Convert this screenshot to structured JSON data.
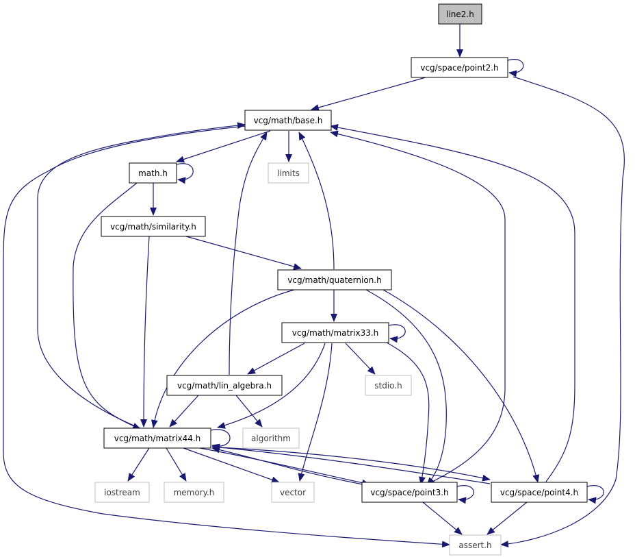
{
  "colors": {
    "edge": "#191970",
    "root_fill": "#bfbfbf",
    "node_border": "#000000",
    "external_border": "#bfbfbf",
    "external_text": "#404040",
    "text": "#000000"
  },
  "nodes": {
    "line2": "line2.h",
    "point2": "vcg/space/point2.h",
    "base": "vcg/math/base.h",
    "math": "math.h",
    "limits": "limits",
    "similarity": "vcg/math/similarity.h",
    "quaternion": "vcg/math/quaternion.h",
    "matrix33": "vcg/math/matrix33.h",
    "stdio": "stdio.h",
    "lin_algebra": "vcg/math/lin_algebra.h",
    "matrix44": "vcg/math/matrix44.h",
    "algorithm": "algorithm",
    "iostream": "iostream",
    "memory": "memory.h",
    "vector": "vector",
    "point3": "vcg/space/point3.h",
    "point4": "vcg/space/point4.h",
    "assert": "assert.h"
  }
}
